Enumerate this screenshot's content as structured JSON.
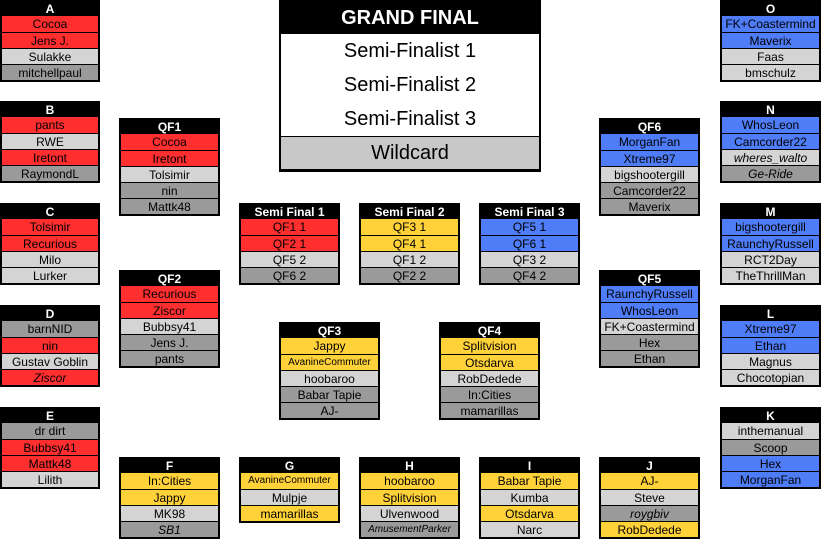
{
  "grand_final": {
    "title": "GRAND FINAL",
    "rows": [
      "Semi-Finalist 1",
      "Semi-Finalist 2",
      "Semi-Finalist 3"
    ],
    "wildcard": "Wildcard"
  },
  "colors": {
    "red": "#ff2f2f",
    "blue": "#4f7cf7",
    "yellow": "#ffd23a",
    "light_gray": "#d4d4d4",
    "dark_gray": "#9a9a9a",
    "header": "#000000"
  },
  "groups": [
    {
      "id": "group-a",
      "title": "A",
      "rows": [
        {
          "t": "Cocoa",
          "s": "red"
        },
        {
          "t": "Jens J.",
          "s": "red"
        },
        {
          "t": "Sulakke",
          "s": "light"
        },
        {
          "t": "mitchellpaul",
          "s": "dark"
        }
      ]
    },
    {
      "id": "group-b",
      "title": "B",
      "rows": [
        {
          "t": "pants",
          "s": "red"
        },
        {
          "t": "RWE",
          "s": "light"
        },
        {
          "t": "Iretont",
          "s": "red"
        },
        {
          "t": "RaymondL",
          "s": "dark"
        }
      ]
    },
    {
      "id": "group-c",
      "title": "C",
      "rows": [
        {
          "t": "Tolsimir",
          "s": "red"
        },
        {
          "t": "Recurious",
          "s": "red"
        },
        {
          "t": "Milo",
          "s": "light"
        },
        {
          "t": "Lurker",
          "s": "light"
        }
      ]
    },
    {
      "id": "group-d",
      "title": "D",
      "rows": [
        {
          "t": "barnNID",
          "s": "dark"
        },
        {
          "t": "nin",
          "s": "red"
        },
        {
          "t": "Gustav Goblin",
          "s": "light"
        },
        {
          "t": "Ziscor",
          "s": "red",
          "i": true
        }
      ]
    },
    {
      "id": "group-e",
      "title": "E",
      "rows": [
        {
          "t": "dr dirt",
          "s": "dark"
        },
        {
          "t": "Bubbsy41",
          "s": "red"
        },
        {
          "t": "Mattk48",
          "s": "red"
        },
        {
          "t": "Lilith",
          "s": "light"
        }
      ]
    },
    {
      "id": "group-f",
      "title": "F",
      "rows": [
        {
          "t": "In:Cities",
          "s": "yellow"
        },
        {
          "t": "Jappy",
          "s": "yellow"
        },
        {
          "t": "MK98",
          "s": "light"
        },
        {
          "t": "SB1",
          "s": "dark",
          "i": true
        }
      ]
    },
    {
      "id": "group-g",
      "title": "G",
      "rows": [
        {
          "t": "AvanineCommuter",
          "s": "yellow",
          "sm": true
        },
        {
          "t": "Mulpje",
          "s": "light"
        },
        {
          "t": "mamarillas",
          "s": "yellow"
        }
      ]
    },
    {
      "id": "group-h",
      "title": "H",
      "rows": [
        {
          "t": "hoobaroo",
          "s": "yellow"
        },
        {
          "t": "Splitvision",
          "s": "yellow"
        },
        {
          "t": "Ulvenwood",
          "s": "light"
        },
        {
          "t": "AmusementParker",
          "s": "dark",
          "i": true,
          "sm": true
        }
      ]
    },
    {
      "id": "group-i",
      "title": "I",
      "rows": [
        {
          "t": "Babar Tapie",
          "s": "yellow"
        },
        {
          "t": "Kumba",
          "s": "light"
        },
        {
          "t": "Otsdarva",
          "s": "yellow"
        },
        {
          "t": "Narc",
          "s": "light"
        }
      ]
    },
    {
      "id": "group-j",
      "title": "J",
      "rows": [
        {
          "t": "AJ-",
          "s": "yellow"
        },
        {
          "t": "Steve",
          "s": "light"
        },
        {
          "t": "roygbiv",
          "s": "dark",
          "i": true
        },
        {
          "t": "RobDedede",
          "s": "yellow"
        }
      ]
    },
    {
      "id": "group-k",
      "title": "K",
      "rows": [
        {
          "t": "inthemanual",
          "s": "light"
        },
        {
          "t": "Scoop",
          "s": "dark"
        },
        {
          "t": "Hex",
          "s": "blue"
        },
        {
          "t": "MorganFan",
          "s": "blue"
        }
      ]
    },
    {
      "id": "group-l",
      "title": "L",
      "rows": [
        {
          "t": "Xtreme97",
          "s": "blue"
        },
        {
          "t": "Ethan",
          "s": "blue"
        },
        {
          "t": "Magnus",
          "s": "light"
        },
        {
          "t": "Chocotopian",
          "s": "light"
        }
      ]
    },
    {
      "id": "group-m",
      "title": "M",
      "rows": [
        {
          "t": "bigshootergill",
          "s": "blue"
        },
        {
          "t": "RaunchyRussell",
          "s": "blue"
        },
        {
          "t": "RCT2Day",
          "s": "light"
        },
        {
          "t": "TheThrillMan",
          "s": "light"
        }
      ]
    },
    {
      "id": "group-n",
      "title": "N",
      "rows": [
        {
          "t": "WhosLeon",
          "s": "blue"
        },
        {
          "t": "Camcorder22",
          "s": "blue"
        },
        {
          "t": "wheres_walto",
          "s": "light",
          "i": true
        },
        {
          "t": "Ge-Ride",
          "s": "dark",
          "i": true
        }
      ]
    },
    {
      "id": "group-o",
      "title": "O",
      "rows": [
        {
          "t": "FK+Coastermind",
          "s": "blue"
        },
        {
          "t": "Maverix",
          "s": "blue"
        },
        {
          "t": "Faas",
          "s": "light"
        },
        {
          "t": "bmschulz",
          "s": "light"
        }
      ]
    }
  ],
  "quarterfinals": [
    {
      "id": "qf1",
      "title": "QF1",
      "rows": [
        {
          "t": "Cocoa",
          "s": "red"
        },
        {
          "t": "Iretont",
          "s": "red"
        },
        {
          "t": "Tolsimir",
          "s": "light"
        },
        {
          "t": "nin",
          "s": "dark"
        },
        {
          "t": "Mattk48",
          "s": "dark"
        }
      ]
    },
    {
      "id": "qf2",
      "title": "QF2",
      "rows": [
        {
          "t": "Recurious",
          "s": "red"
        },
        {
          "t": "Ziscor",
          "s": "red"
        },
        {
          "t": "Bubbsy41",
          "s": "light"
        },
        {
          "t": "Jens J.",
          "s": "dark"
        },
        {
          "t": "pants",
          "s": "dark"
        }
      ]
    },
    {
      "id": "qf3",
      "title": "QF3",
      "rows": [
        {
          "t": "Jappy",
          "s": "yellow"
        },
        {
          "t": "AvanineCommuter",
          "s": "yellow",
          "sm": true
        },
        {
          "t": "hoobaroo",
          "s": "light"
        },
        {
          "t": "Babar Tapie",
          "s": "dark"
        },
        {
          "t": "AJ-",
          "s": "dark"
        }
      ]
    },
    {
      "id": "qf4",
      "title": "QF4",
      "rows": [
        {
          "t": "Splitvision",
          "s": "yellow"
        },
        {
          "t": "Otsdarva",
          "s": "yellow"
        },
        {
          "t": "RobDedede",
          "s": "light"
        },
        {
          "t": "In:Cities",
          "s": "dark"
        },
        {
          "t": "mamarillas",
          "s": "dark"
        }
      ]
    },
    {
      "id": "qf5",
      "title": "QF5",
      "rows": [
        {
          "t": "RaunchyRussell",
          "s": "blue"
        },
        {
          "t": "WhosLeon",
          "s": "blue"
        },
        {
          "t": "FK+Coastermind",
          "s": "light"
        },
        {
          "t": "Hex",
          "s": "dark"
        },
        {
          "t": "Ethan",
          "s": "dark"
        }
      ]
    },
    {
      "id": "qf6",
      "title": "QF6",
      "rows": [
        {
          "t": "MorganFan",
          "s": "blue"
        },
        {
          "t": "Xtreme97",
          "s": "blue"
        },
        {
          "t": "bigshootergill",
          "s": "light"
        },
        {
          "t": "Camcorder22",
          "s": "dark"
        },
        {
          "t": "Maverix",
          "s": "dark"
        }
      ]
    }
  ],
  "semifinals": [
    {
      "id": "sf1",
      "title": "Semi Final 1",
      "rows": [
        {
          "t": "QF1 1",
          "s": "red"
        },
        {
          "t": "QF2 1",
          "s": "red"
        },
        {
          "t": "QF5 2",
          "s": "light"
        },
        {
          "t": "QF6 2",
          "s": "dark"
        }
      ]
    },
    {
      "id": "sf2",
      "title": "Semi Final 2",
      "rows": [
        {
          "t": "QF3 1",
          "s": "yellow"
        },
        {
          "t": "QF4 1",
          "s": "yellow"
        },
        {
          "t": "QF1 2",
          "s": "light"
        },
        {
          "t": "QF2 2",
          "s": "dark"
        }
      ]
    },
    {
      "id": "sf3",
      "title": "Semi Final 3",
      "rows": [
        {
          "t": "QF5 1",
          "s": "blue"
        },
        {
          "t": "QF6 1",
          "s": "blue"
        },
        {
          "t": "QF3 2",
          "s": "light"
        },
        {
          "t": "QF4 2",
          "s": "dark"
        }
      ]
    }
  ]
}
